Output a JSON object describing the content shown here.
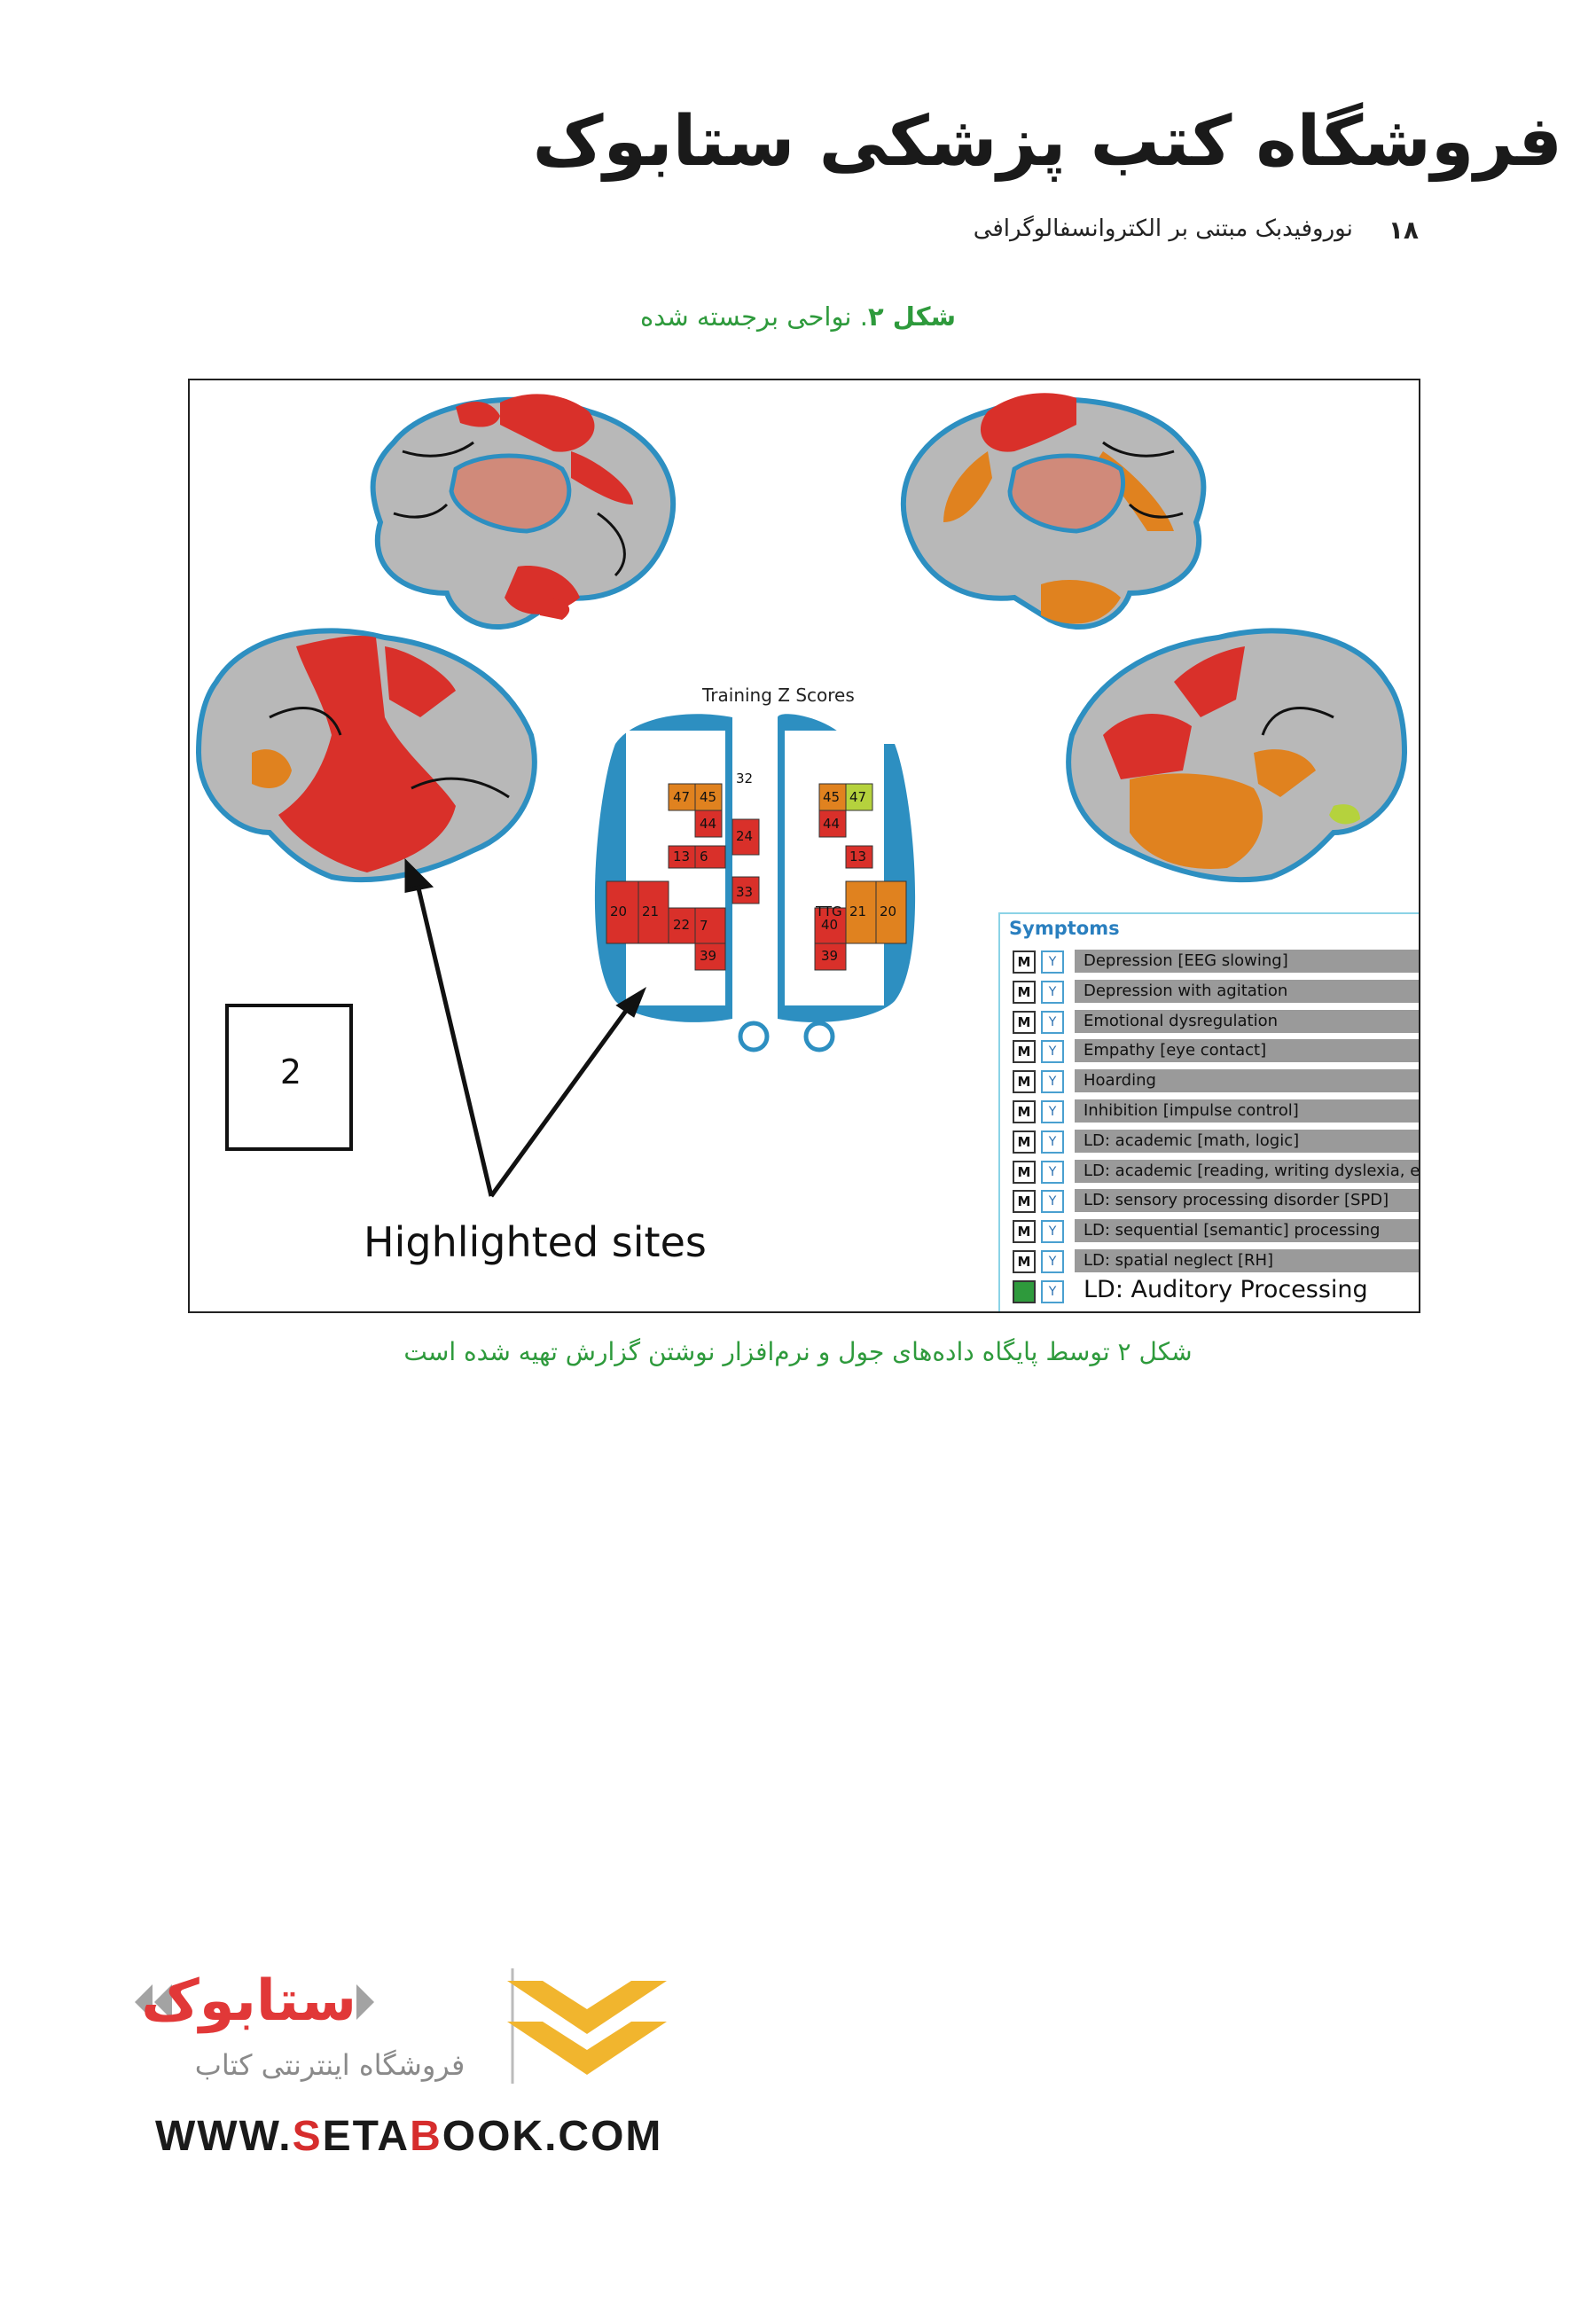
{
  "header": {
    "title": "فروشگاه کتب پزشکی ستابوک",
    "page_number": "۱۸",
    "running_title": "نوروفیدبک مبتنی بر الکتروانسفالوگرافی"
  },
  "figure": {
    "caption_label": "شکل ۲",
    "caption_text": ". نواحی برجسته شده",
    "inset_title": "Training Z Scores",
    "box_label": "2",
    "annotation": "Highlighted sites",
    "symptoms_title": "Symptoms",
    "symptoms": [
      "Depression [EEG slowing]",
      "Depression with agitation",
      "Emotional dysregulation",
      "Empathy [eye contact]",
      "Hoarding",
      "Inhibition [impulse control]",
      "LD: academic [math, logic]",
      "LD: academic [reading, writing dyslexia, e",
      "LD: sensory processing disorder [SPD]",
      "LD: sequential [semantic] processing",
      "LD: spatial neglect [RH]",
      "LD: Auditory Processing"
    ],
    "toggle_m": "M",
    "toggle_y": "Y",
    "grid_left_numbers": [
      "47",
      "45",
      "44",
      "13",
      "6",
      "20",
      "21",
      "22",
      "39",
      "7",
      "24",
      "32",
      "33"
    ],
    "grid_right_numbers": [
      "45",
      "47",
      "44",
      "13",
      "TTG",
      "21",
      "20",
      "40",
      "39"
    ],
    "colors": {
      "red": "#d9302a",
      "orange": "#e0821f",
      "lime": "#b5d23d",
      "gray": "#9a9a9a",
      "blue": "#2d8fc1"
    }
  },
  "caption_bottom": "شکل ۲ توسط پایگاه داده‌های جول و نرم‌افزار نوشتن گزارش تهیه شده است",
  "logo": {
    "brand": "ستابوک",
    "tagline": "فروشگاه اینترنتی کتاب",
    "url_pre": "WWW.",
    "url_s": "S",
    "url_e": "ETA",
    "url_b": "B",
    "url_post": "OOK.COM"
  }
}
